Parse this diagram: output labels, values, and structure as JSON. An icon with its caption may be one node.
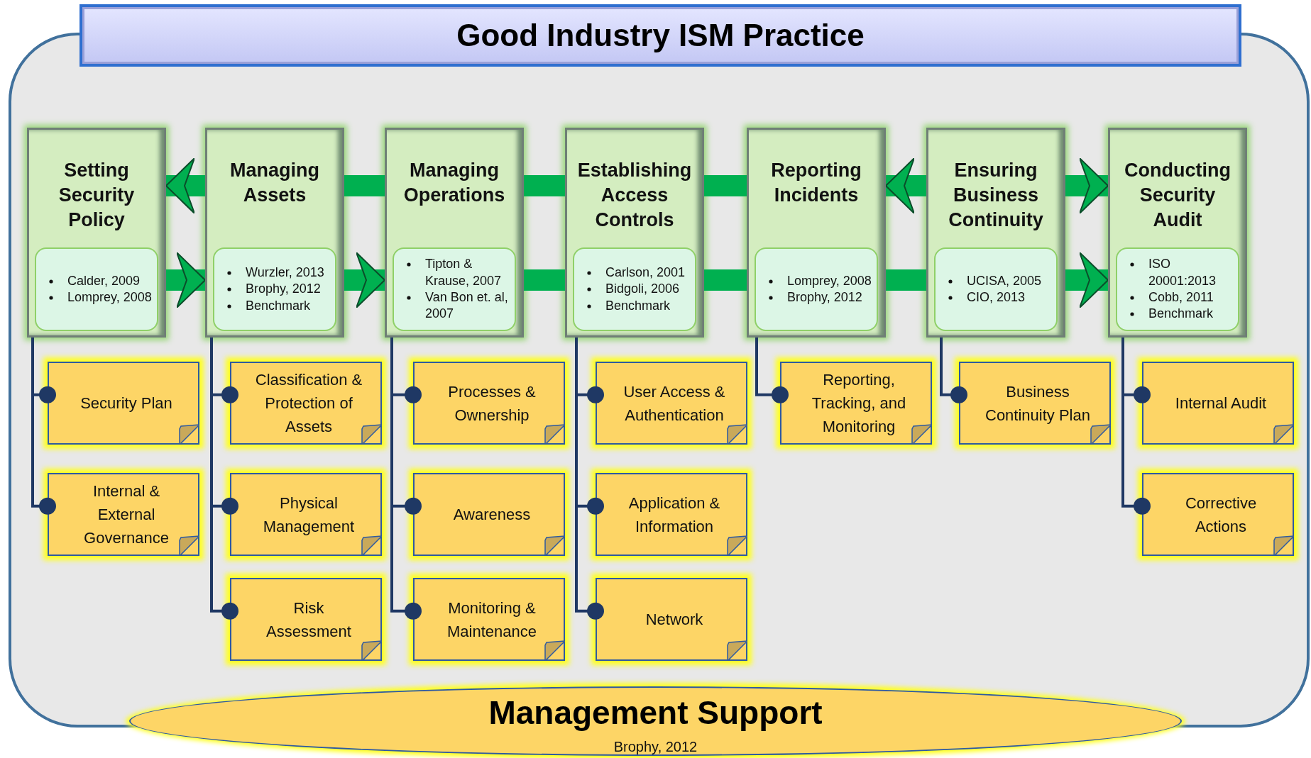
{
  "diagram": {
    "title": "Good Industry ISM Practice",
    "nodes": [
      {
        "text": [
          "Setting Security Policy",
          "Calder, 2009",
          "Lomprey, 2008"
        ]
      },
      {
        "text": [
          "Managing Assets",
          "Wurzler, 2013",
          "Brophy, 2012",
          "Benchmark"
        ]
      },
      {
        "text": [
          "Managing Operations",
          "Tipton & Krause, 2007",
          "Van Bon et. al, 2007"
        ]
      },
      {
        "text": [
          "Establishing Access Controls",
          "Carlson, 2001",
          "Bidgoli, 2006",
          "Benchmark"
        ]
      },
      {
        "text": [
          "Reporting Incidents",
          "Lomprey, 2008",
          "Brophy, 2012"
        ]
      },
      {
        "text": [
          "Ensuring Business Continuity",
          "UCISA, 2005",
          "CIO, 2013"
        ]
      },
      {
        "text": [
          "Conducting Security Audit",
          "ISO 20001:2013",
          "Cobb, 2011",
          "Benchmark"
        ]
      },
      {
        "text": [
          "Security Plan"
        ]
      },
      {
        "text": [
          "Internal & External Governance"
        ]
      },
      {
        "text": [
          "Classification & Protection of Assets"
        ]
      },
      {
        "text": [
          "Physical Management"
        ]
      },
      {
        "text": [
          "Risk Assessment"
        ]
      },
      {
        "text": [
          "Processes & Ownership"
        ]
      },
      {
        "text": [
          "Awareness"
        ]
      },
      {
        "text": [
          "Monitoring & Maintenance"
        ]
      },
      {
        "text": [
          "User Access & Authentication"
        ]
      },
      {
        "text": [
          "Application & Information"
        ]
      },
      {
        "text": [
          "Network"
        ]
      },
      {
        "text": [
          "Reporting, Tracking, and Monitoring"
        ]
      },
      {
        "text": [
          "Business Continuity Plan"
        ]
      },
      {
        "text": [
          "Internal Audit"
        ]
      },
      {
        "text": [
          "Corrective Actions"
        ]
      },
      {
        "text": [
          "Management Support",
          "Brophy, 2012"
        ]
      }
    ],
    "edges": [
      {
        "from": 1,
        "to": 0,
        "arrow": "to",
        "style": "thick",
        "color": "#00b050"
      },
      {
        "from": 1,
        "to": 2,
        "arrow": "none",
        "style": "thick",
        "color": "#00b050"
      },
      {
        "from": 2,
        "to": 3,
        "arrow": "none",
        "style": "thick",
        "color": "#00b050"
      },
      {
        "from": 3,
        "to": 4,
        "arrow": "none",
        "style": "thick",
        "color": "#00b050"
      },
      {
        "from": 5,
        "to": 4,
        "arrow": "to",
        "style": "thick",
        "color": "#00b050"
      },
      {
        "from": 5,
        "to": 6,
        "arrow": "to",
        "style": "thick",
        "color": "#00b050"
      },
      {
        "from": 0,
        "to": 1,
        "arrow": "to",
        "style": "thick",
        "color": "#00b050"
      },
      {
        "from": 1,
        "to": 2,
        "arrow": "to",
        "style": "thick",
        "color": "#00b050"
      },
      {
        "from": 2,
        "to": 3,
        "arrow": "none",
        "style": "thick",
        "color": "#00b050"
      },
      {
        "from": 3,
        "to": 4,
        "arrow": "none",
        "style": "thick",
        "color": "#00b050"
      },
      {
        "from": 4,
        "to": 5,
        "arrow": "none",
        "style": "thick",
        "color": "#00b050"
      },
      {
        "from": 5,
        "to": 6,
        "arrow": "to",
        "style": "thick",
        "color": "#00b050"
      },
      {
        "from": 0,
        "to": 7,
        "arrow": "other"
      },
      {
        "from": 0,
        "to": 8,
        "arrow": "other"
      },
      {
        "from": 1,
        "to": 9,
        "arrow": "other"
      },
      {
        "from": 1,
        "to": 10,
        "arrow": "other"
      },
      {
        "from": 1,
        "to": 11,
        "arrow": "other"
      },
      {
        "from": 2,
        "to": 12,
        "arrow": "other"
      },
      {
        "from": 2,
        "to": 13,
        "arrow": "other"
      },
      {
        "from": 2,
        "to": 14,
        "arrow": "other"
      },
      {
        "from": 3,
        "to": 15,
        "arrow": "other"
      },
      {
        "from": 3,
        "to": 16,
        "arrow": "other"
      },
      {
        "from": 3,
        "to": 17,
        "arrow": "other"
      },
      {
        "from": 4,
        "to": 18,
        "arrow": "other"
      },
      {
        "from": 5,
        "to": 19,
        "arrow": "other"
      },
      {
        "from": 6,
        "to": 20,
        "arrow": "other"
      },
      {
        "from": 6,
        "to": 21,
        "arrow": "other"
      }
    ]
  }
}
